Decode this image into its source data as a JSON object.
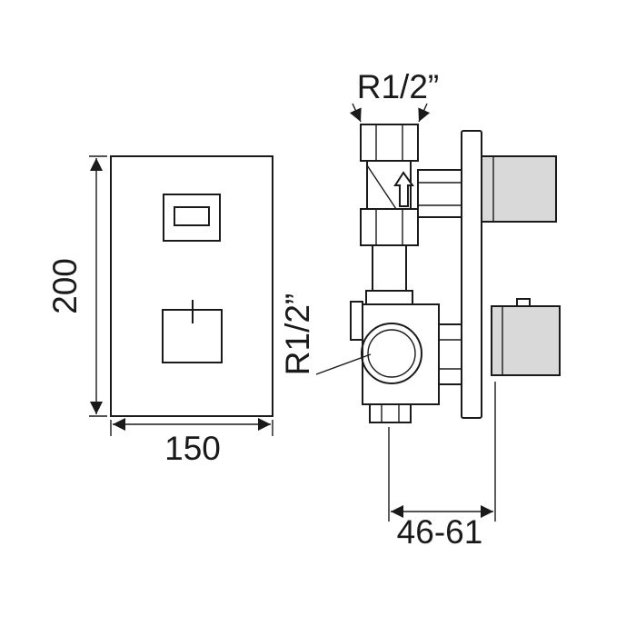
{
  "drawing": {
    "type": "technical-drawing",
    "subject": "concealed thermostatic valve, front and side views with dimensions",
    "labels": {
      "height": "200",
      "width": "150",
      "thread_top": "R1/2”",
      "thread_side": "R1/2”",
      "depth_range": "46-61"
    },
    "colors": {
      "line": "#1a1a1a",
      "handle_fill": "#d9d9d9",
      "background": "#ffffff"
    }
  }
}
